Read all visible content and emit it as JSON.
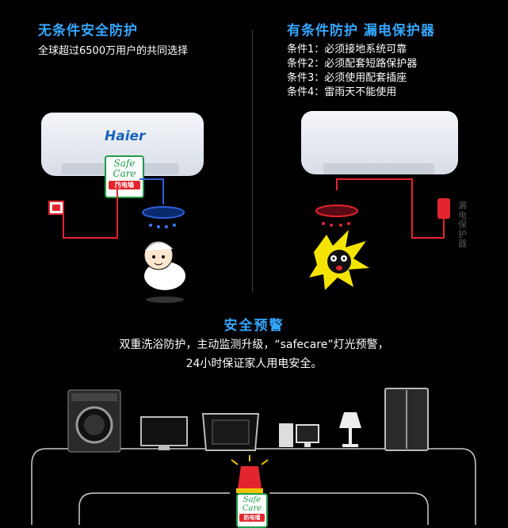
{
  "left": {
    "title": "无条件安全防护",
    "subtitle": "全球超过6500万用户的共同选择",
    "brand": "Haier",
    "badge_line1": "Safe",
    "badge_line2": "Care",
    "badge_cn": "防电墙"
  },
  "right": {
    "title": "有条件防护 漏电保护器",
    "conditions": [
      "条件1：必须接地系统可靠",
      "条件2：必须配套短路保护器",
      "条件3：必须使用配套插座",
      "条件4：雷雨天不能使用"
    ],
    "side_label": "漏电保护器"
  },
  "bottom": {
    "title": "安全预警",
    "line1": "双重洗浴防护，主动监测升级，“safecare”灯光预警，",
    "line2": "24小时保证家人用电安全。",
    "badge_line1": "Safe",
    "badge_line2": "Care",
    "badge_cn": "防电墙"
  },
  "colors": {
    "accent": "#35a7ff",
    "red": "#e3262e",
    "blue": "#2d5fd6"
  }
}
